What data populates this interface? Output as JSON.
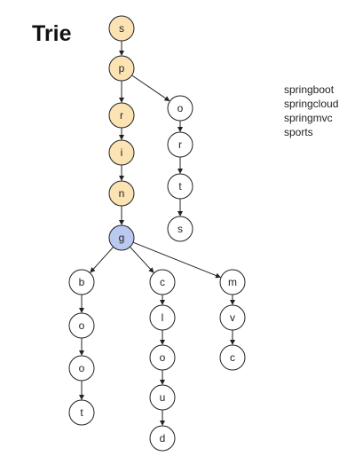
{
  "title": "Trie",
  "words": [
    "springboot",
    "springcloud",
    "springmvc",
    "sports"
  ],
  "colors": {
    "path_fill": "#fbe3b3",
    "branch_fill": "#b9c9ef",
    "default_fill": "#ffffff",
    "stroke": "#222222"
  },
  "nodes": [
    {
      "id": "s0",
      "label": "s",
      "style": "path"
    },
    {
      "id": "p",
      "label": "p",
      "style": "path"
    },
    {
      "id": "r",
      "label": "r",
      "style": "path"
    },
    {
      "id": "i",
      "label": "i",
      "style": "path"
    },
    {
      "id": "n",
      "label": "n",
      "style": "path"
    },
    {
      "id": "g",
      "label": "g",
      "style": "branch"
    },
    {
      "id": "o1",
      "label": "o",
      "style": "default"
    },
    {
      "id": "r2",
      "label": "r",
      "style": "default"
    },
    {
      "id": "t2",
      "label": "t",
      "style": "default"
    },
    {
      "id": "s2",
      "label": "s",
      "style": "default"
    },
    {
      "id": "b",
      "label": "b",
      "style": "default"
    },
    {
      "id": "bo1",
      "label": "o",
      "style": "default"
    },
    {
      "id": "bo2",
      "label": "o",
      "style": "default"
    },
    {
      "id": "bt",
      "label": "t",
      "style": "default"
    },
    {
      "id": "c",
      "label": "c",
      "style": "default"
    },
    {
      "id": "l",
      "label": "l",
      "style": "default"
    },
    {
      "id": "co",
      "label": "o",
      "style": "default"
    },
    {
      "id": "u",
      "label": "u",
      "style": "default"
    },
    {
      "id": "d",
      "label": "d",
      "style": "default"
    },
    {
      "id": "m",
      "label": "m",
      "style": "default"
    },
    {
      "id": "v",
      "label": "v",
      "style": "default"
    },
    {
      "id": "mc",
      "label": "c",
      "style": "default"
    }
  ],
  "edges": [
    [
      "s0",
      "p"
    ],
    [
      "p",
      "r"
    ],
    [
      "r",
      "i"
    ],
    [
      "i",
      "n"
    ],
    [
      "n",
      "g"
    ],
    [
      "p",
      "o1"
    ],
    [
      "o1",
      "r2"
    ],
    [
      "r2",
      "t2"
    ],
    [
      "t2",
      "s2"
    ],
    [
      "g",
      "b"
    ],
    [
      "b",
      "bo1"
    ],
    [
      "bo1",
      "bo2"
    ],
    [
      "bo2",
      "bt"
    ],
    [
      "g",
      "c"
    ],
    [
      "c",
      "l"
    ],
    [
      "l",
      "co"
    ],
    [
      "co",
      "u"
    ],
    [
      "u",
      "d"
    ],
    [
      "g",
      "m"
    ],
    [
      "m",
      "v"
    ],
    [
      "v",
      "mc"
    ]
  ]
}
